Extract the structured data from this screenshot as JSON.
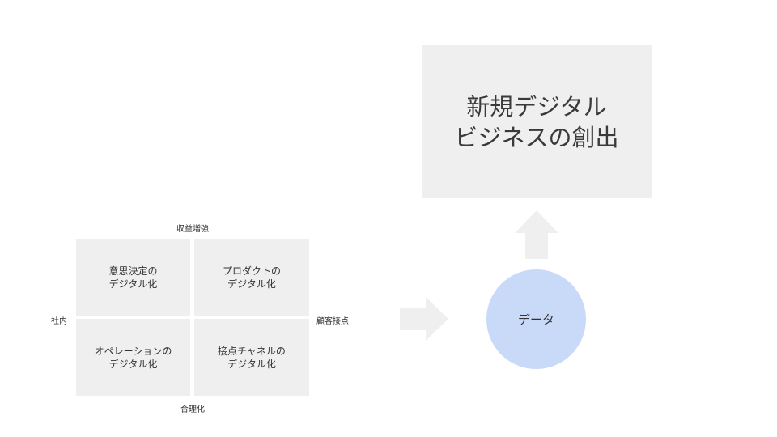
{
  "matrix": {
    "axis_top": "収益増強",
    "axis_bottom": "合理化",
    "axis_left": "社内",
    "axis_right": "顧客接点",
    "quadrants": {
      "top_left": {
        "line1": "意思決定の",
        "line2": "デジタル化"
      },
      "top_right": {
        "line1": "プロダクトの",
        "line2": "デジタル化"
      },
      "bottom_left": {
        "line1": "オペレーションの",
        "line2": "デジタル化"
      },
      "bottom_right": {
        "line1": "接点チャネルの",
        "line2": "デジタル化"
      }
    }
  },
  "data_node": {
    "label": "データ"
  },
  "result": {
    "line1": "新規デジタル",
    "line2": "ビジネスの創出"
  },
  "colors": {
    "box_fill": "#efefef",
    "arrow_fill": "#efefef",
    "circle_fill": "#c9daf8",
    "text": "#333333"
  }
}
